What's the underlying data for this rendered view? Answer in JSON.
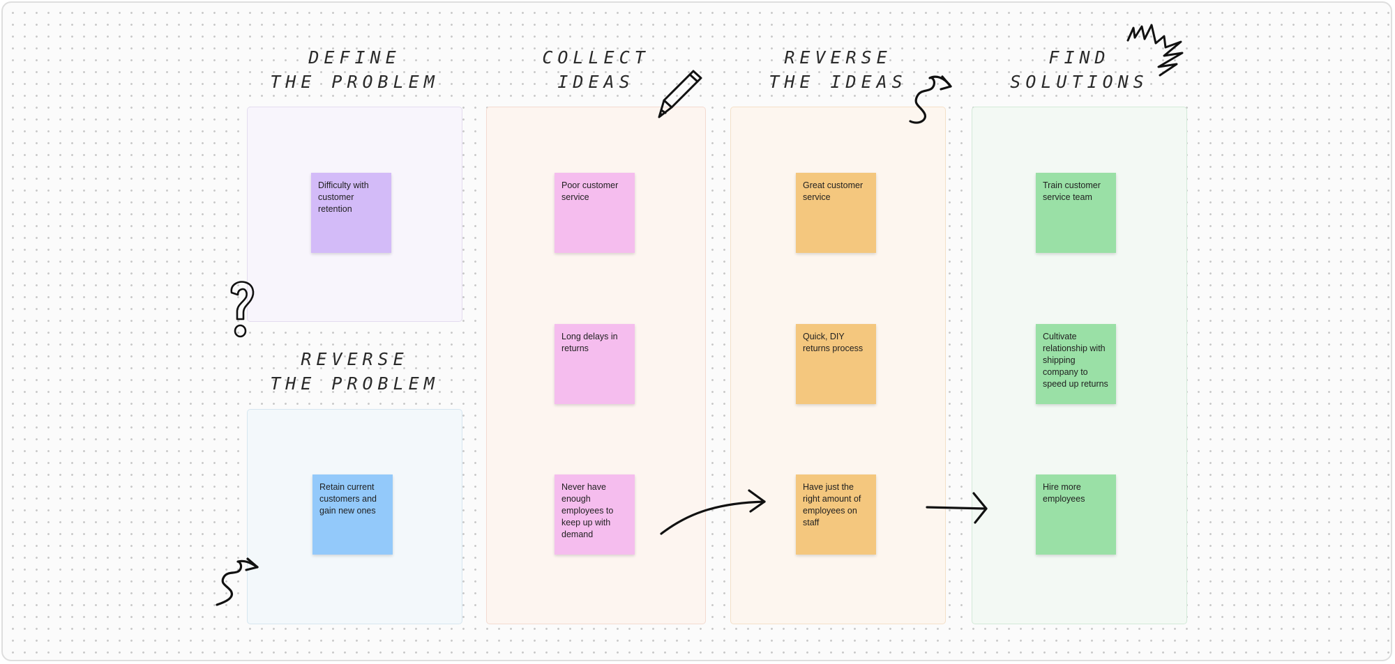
{
  "board": {
    "headings": {
      "define": [
        "DEFINE",
        "THE PROBLEM"
      ],
      "reverse_problem": [
        "REVERSE",
        "THE PROBLEM"
      ],
      "collect": [
        "COLLECT",
        "IDEAS"
      ],
      "reverse_ideas": [
        "REVERSE",
        "THE IDEAS"
      ],
      "find": [
        "FIND",
        "SOLUTIONS"
      ]
    },
    "stickies": {
      "define": [
        "Difficulty with customer retention"
      ],
      "reverse_problem": [
        "Retain current customers and gain new ones"
      ],
      "collect": [
        "Poor customer service",
        "Long delays in returns",
        "Never have enough employees to keep up with demand"
      ],
      "reverse_ideas": [
        "Great customer service",
        "Quick, DIY returns process",
        "Have just the right amount of employees on staff"
      ],
      "find": [
        "Train customer service team",
        "Cultivate relationship with shipping company to speed up returns",
        "Hire more employees"
      ]
    },
    "colors": {
      "define": "#d3bbf8",
      "reverse_problem": "#93c9fa",
      "collect": "#f5bdee",
      "reverse_ideas": "#f4c77e",
      "find": "#9ae0a6"
    }
  },
  "doodles": [
    "pencil-icon",
    "question-mark-icon",
    "squiggle-arrow-icon",
    "scribble-icon",
    "curved-arrow-icon",
    "straight-arrow-icon"
  ]
}
